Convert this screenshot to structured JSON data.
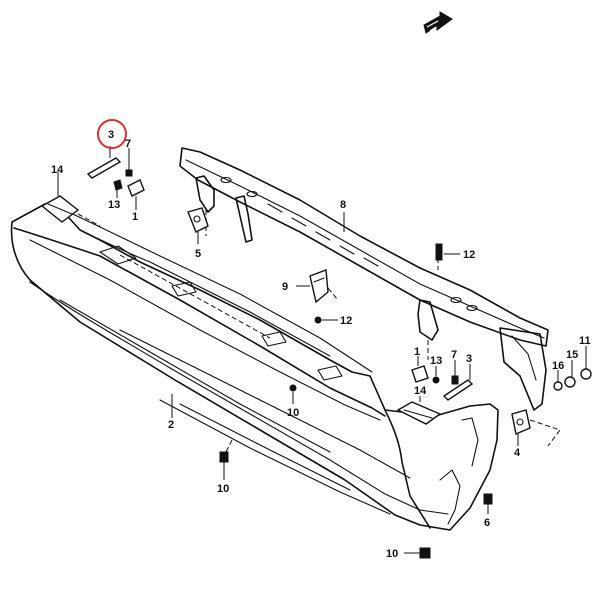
{
  "highlight_color": "#d9302c",
  "callouts": [
    {
      "id": "c3a",
      "text": "3"
    },
    {
      "id": "c7a",
      "text": "7"
    },
    {
      "id": "c14a",
      "text": "14"
    },
    {
      "id": "c13a",
      "text": "13"
    },
    {
      "id": "c1",
      "text": "1"
    },
    {
      "id": "c5",
      "text": "5"
    },
    {
      "id": "c8",
      "text": "8"
    },
    {
      "id": "c12a",
      "text": "12"
    },
    {
      "id": "c9",
      "text": "9"
    },
    {
      "id": "c12b",
      "text": "12"
    },
    {
      "id": "c11",
      "text": "11"
    },
    {
      "id": "c15",
      "text": "15"
    },
    {
      "id": "c16",
      "text": "16"
    },
    {
      "id": "c7b",
      "text": "7"
    },
    {
      "id": "c3b",
      "text": "3"
    },
    {
      "id": "c13b",
      "text": "13"
    },
    {
      "id": "c1b",
      "text": "1"
    },
    {
      "id": "c14b",
      "text": "14"
    },
    {
      "id": "c10a",
      "text": "10"
    },
    {
      "id": "c4",
      "text": "4"
    },
    {
      "id": "c2",
      "text": "2"
    },
    {
      "id": "c10b",
      "text": "10"
    },
    {
      "id": "c6",
      "text": "6"
    },
    {
      "id": "c10c",
      "text": "10"
    }
  ]
}
